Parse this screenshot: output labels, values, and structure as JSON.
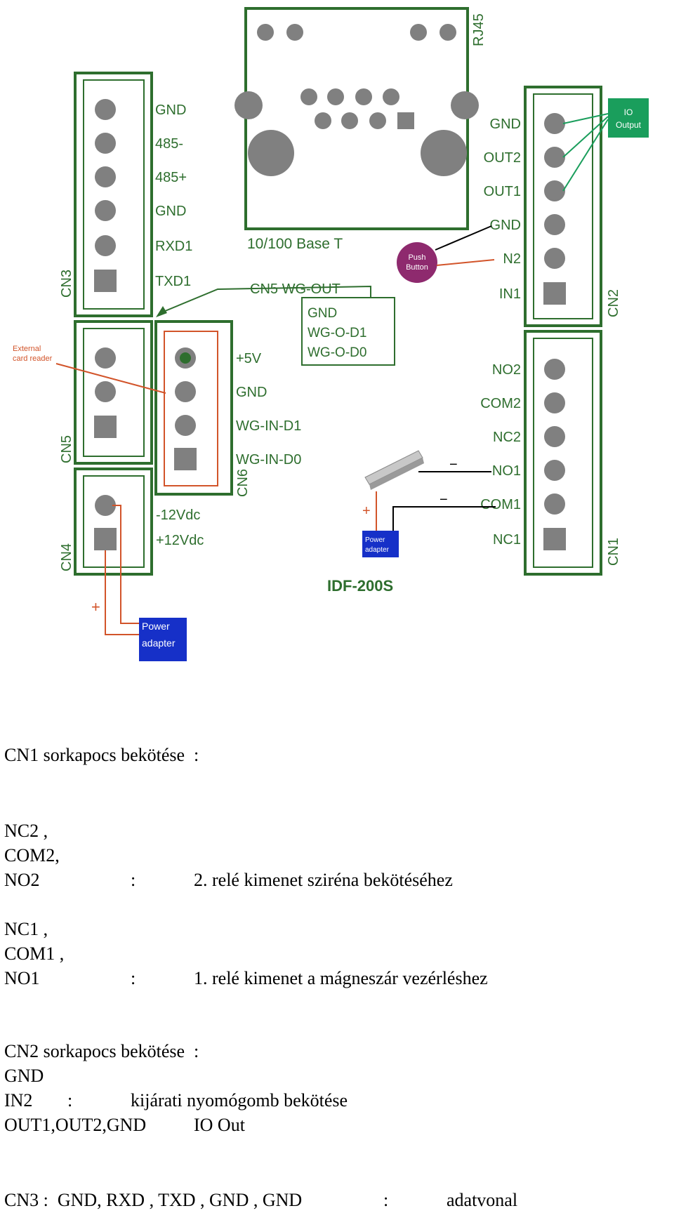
{
  "diagram": {
    "product": "IDF-200S",
    "rj45": {
      "name": "RJ45",
      "caption": "10/100 Base T"
    },
    "cn3": {
      "label": "CN3",
      "pins": [
        "GND",
        "485-",
        "485+",
        "GND",
        "RXD1",
        "TXD1"
      ]
    },
    "cn5": {
      "label": "CN5"
    },
    "cn5_wg_out": {
      "title": "CN5 WG-OUT",
      "lines": [
        "GND",
        "WG-O-D1",
        "WG-O-D0"
      ]
    },
    "cn6": {
      "label": "CN6",
      "pins": [
        "+5V",
        "GND",
        "WG-IN-D1",
        "WG-IN-D0"
      ]
    },
    "cn4": {
      "label": "CN4",
      "pins": [
        "-12Vdc",
        "+12Vdc"
      ]
    },
    "cn2": {
      "label": "CN2",
      "pins": [
        "GND",
        "OUT2",
        "OUT1",
        "GND",
        "N2",
        "IN1"
      ]
    },
    "cn1": {
      "label": "CN1",
      "pins": [
        "NO2",
        "COM2",
        "NC2",
        "NO1",
        "COM1",
        "NC1"
      ]
    },
    "io_output": [
      "IO",
      "Output"
    ],
    "push_button": [
      "Push",
      "Button"
    ],
    "external_reader": [
      "External",
      "card reader"
    ],
    "power_adapter_small": [
      "Power",
      "adapter"
    ],
    "power_adapter_large": [
      "Power",
      "adapter"
    ],
    "minus": "−",
    "plus": "+",
    "colors": {
      "board": "#2e6e2e",
      "pin": "#808080",
      "io": "#1a9e5c",
      "push": "#8e2a6e",
      "adapter": "#1630c8",
      "wire_red": "#d2542a"
    }
  },
  "doc": {
    "cn1_title": "CN1 sorkapocs bekötése  :",
    "relay2": [
      "NC2 ,",
      "COM2,",
      "NO2"
    ],
    "relay2_sep": ":",
    "relay2_desc": "2. relé kimenet sziréna bekötéséhez",
    "relay1": [
      "NC1 ,",
      "COM1 ,",
      "NO1"
    ],
    "relay1_sep": ":",
    "relay1_desc": "1. relé kimenet a mágneszár vezérléshez",
    "cn2_title": "CN2 sorkapocs bekötése  :",
    "cn2_gnd": "GND",
    "cn2_in2": "IN2",
    "cn2_in2_sep": ":",
    "cn2_in2_desc": "kijárati nyomógomb bekötése",
    "cn2_out": "OUT1,OUT2,GND",
    "cn2_out_desc": "IO Out",
    "cn3_line": "CN3 :  GND, RXD , TXD , GND , GND",
    "cn3_sep": ":",
    "cn3_desc": "adatvonal"
  }
}
